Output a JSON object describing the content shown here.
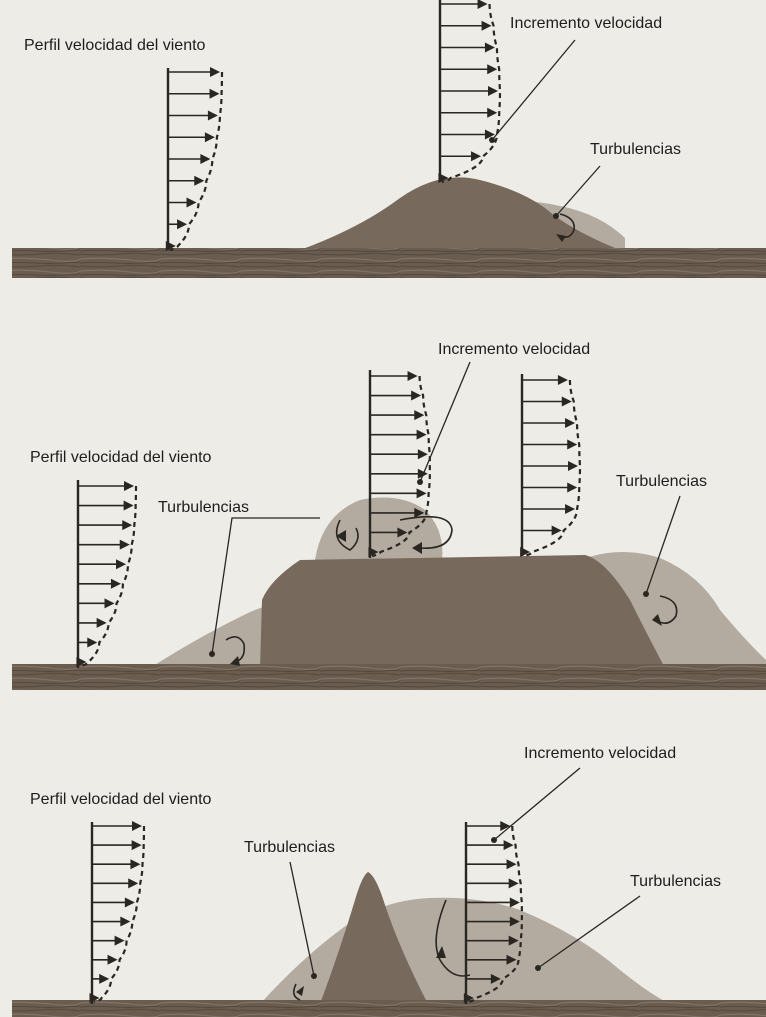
{
  "labels": {
    "wind_profile": "Perfil velocidad del viento",
    "speed_increase": "Incremento velocidad",
    "turbulence": "Turbulencias"
  },
  "colors": {
    "paper": "#eeece6",
    "ground": "#6e6155",
    "turbulence_zone": "#b3aba0",
    "ink": "#2a2622"
  },
  "background_text": {
    "panel1": [
      "",
      "",
      "",
      "",
      ""
    ],
    "panel2": [
      "",
      "",
      ""
    ],
    "panel3": [
      "",
      "",
      "",
      "",
      ""
    ]
  }
}
